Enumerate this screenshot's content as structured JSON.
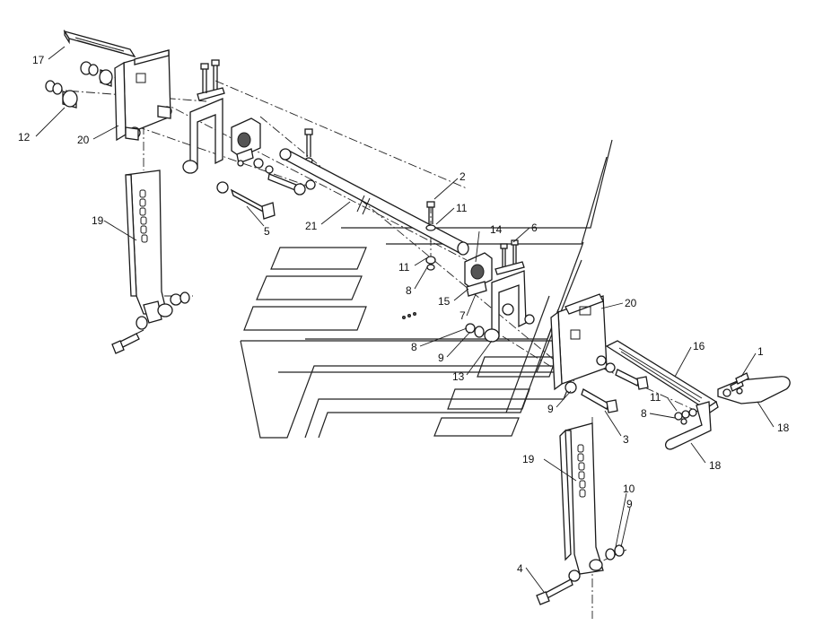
{
  "diagram": {
    "callouts": [
      {
        "id": "c17",
        "label": "17"
      },
      {
        "id": "c12",
        "label": "12"
      },
      {
        "id": "c20a",
        "label": "20"
      },
      {
        "id": "c19a",
        "label": "19"
      },
      {
        "id": "c5",
        "label": "5"
      },
      {
        "id": "c21",
        "label": "21"
      },
      {
        "id": "c2",
        "label": "2"
      },
      {
        "id": "c11a",
        "label": "11"
      },
      {
        "id": "c14",
        "label": "14"
      },
      {
        "id": "c6",
        "label": "6"
      },
      {
        "id": "c11b",
        "label": "11"
      },
      {
        "id": "c8a",
        "label": "8"
      },
      {
        "id": "c15",
        "label": "15"
      },
      {
        "id": "c7",
        "label": "7"
      },
      {
        "id": "c20b",
        "label": "20"
      },
      {
        "id": "c8b",
        "label": "8"
      },
      {
        "id": "c9a",
        "label": "9"
      },
      {
        "id": "c13",
        "label": "13"
      },
      {
        "id": "c16",
        "label": "16"
      },
      {
        "id": "c1",
        "label": "1"
      },
      {
        "id": "c9b",
        "label": "9"
      },
      {
        "id": "c11c",
        "label": "11"
      },
      {
        "id": "c8c",
        "label": "8"
      },
      {
        "id": "c18a",
        "label": "18"
      },
      {
        "id": "c3",
        "label": "3"
      },
      {
        "id": "c18b",
        "label": "18"
      },
      {
        "id": "c19b",
        "label": "19"
      },
      {
        "id": "c10",
        "label": "10"
      },
      {
        "id": "c9c",
        "label": "9"
      },
      {
        "id": "c4",
        "label": "4"
      }
    ]
  }
}
